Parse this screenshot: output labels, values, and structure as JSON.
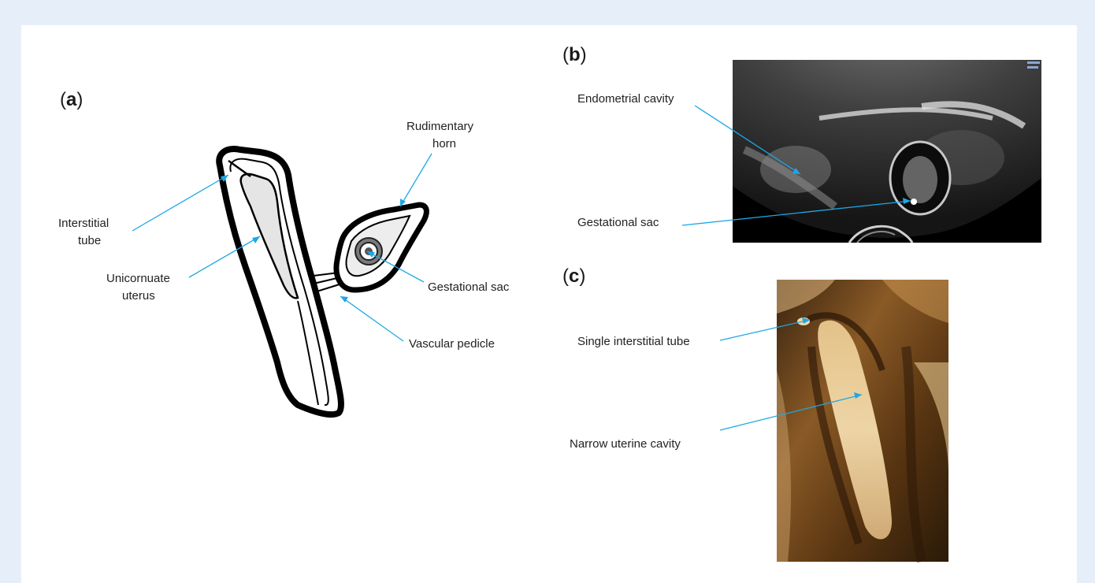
{
  "colors": {
    "page_background": "#e6eff9",
    "figure_background": "#ffffff",
    "arrow": "#1ea7e6",
    "outline": "#000000",
    "cavity_fill": "#e5e5e5"
  },
  "panels": {
    "a": {
      "letter": "a",
      "labels": {
        "rudimentary_horn_line1": "Rudimentary",
        "rudimentary_horn_line2": "horn",
        "interstitial_tube_line1": "Interstitial",
        "interstitial_tube_line2": "tube",
        "unicornuate_uterus_line1": "Unicornuate",
        "unicornuate_uterus_line2": "uterus",
        "gestational_sac": "Gestational sac",
        "vascular_pedicle": "Vascular pedicle"
      }
    },
    "b": {
      "letter": "b",
      "image": "grayscale-transvaginal-ultrasound",
      "labels": {
        "endometrial_cavity": "Endometrial cavity",
        "gestational_sac": "Gestational sac"
      }
    },
    "c": {
      "letter": "c",
      "image": "3d-ultrasound-rendering-sepia",
      "labels": {
        "single_interstitial_tube": "Single interstitial tube",
        "narrow_uterine_cavity": "Narrow uterine cavity"
      }
    }
  }
}
